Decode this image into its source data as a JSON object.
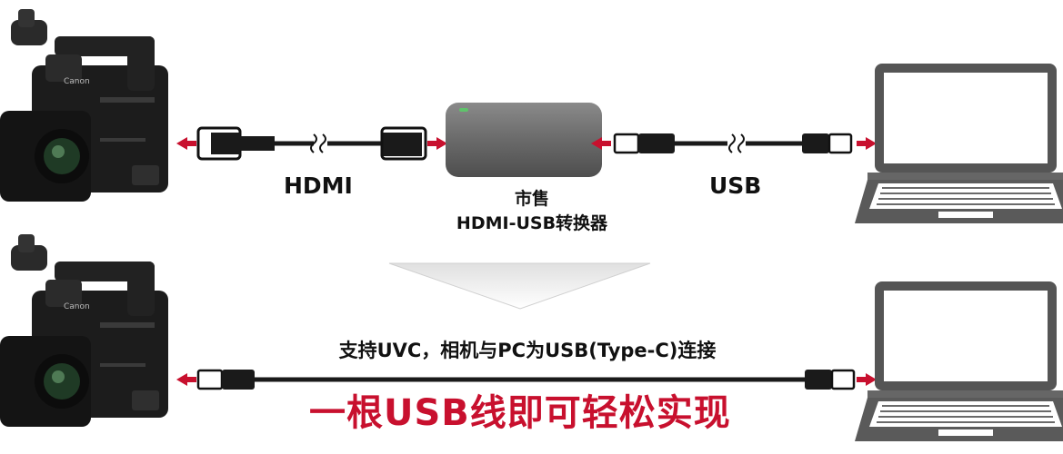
{
  "top_row": {
    "hdmi_label": "HDMI",
    "usb_label": "USB",
    "converter_line1": "市售",
    "converter_line2": "HDMI-USB转换器"
  },
  "bottom_row": {
    "uvc_caption": "支持UVC，相机与PC为USB(Type-C)连接",
    "tagline": "一根USB线即可轻松实现"
  },
  "colors": {
    "arrow_red": "#c8102e",
    "cable_black": "#1a1a1a",
    "tagline_red": "#c8102e"
  }
}
